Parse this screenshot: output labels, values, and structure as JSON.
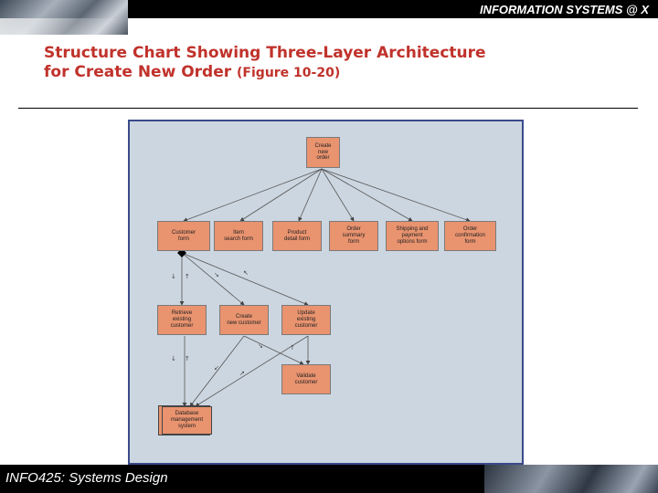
{
  "header": {
    "course_label": "INFORMATION SYSTEMS @ X"
  },
  "slide": {
    "title_line1": "Structure Chart Showing Three-Layer Architecture",
    "title_line2_main": "for Create New Order ",
    "title_line2_ref": "(Figure 10-20)"
  },
  "diagram": {
    "top_module": "Create\nnew\norder",
    "layer1": [
      "Customer\nform",
      "Item\nsearch form",
      "Product\ndetail form",
      "Order\nsummary\nform",
      "Shipping and\npayment\noptions form",
      "Order\nconfirmation\nform"
    ],
    "layer2": [
      "Retrieve\nexisting\ncustomer",
      "Create\nnew customer",
      "Update\nexisting\ncustomer"
    ],
    "validate_module": "Validate\ncustomer",
    "database_module": "Database\nmanagement\nsystem"
  },
  "footer": {
    "course_name": "INFO425: Systems Design"
  }
}
